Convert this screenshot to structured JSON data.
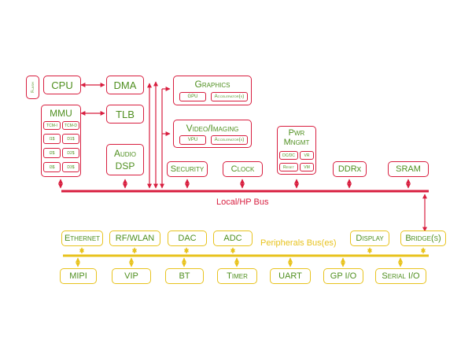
{
  "colors": {
    "soc": "#d81e3f",
    "peripheral": "#e8c31e",
    "text": "#4f8f1f"
  },
  "blocks": {
    "flash": "Flash",
    "cpu": "CPU",
    "dma": "DMA",
    "graphics": {
      "title": "Graphics",
      "sub": [
        "GPU",
        "Accelerator(s)"
      ]
    },
    "mmu": {
      "title": "MMU",
      "sub": [
        "TCM-I",
        "TCM-D",
        "I1$",
        "D1$",
        "I2$",
        "D2$",
        "I3$",
        "D3$"
      ]
    },
    "tlb": "TLB",
    "video": {
      "title": "Video/Imaging",
      "sub": [
        "VPU",
        "Accelerator(s)"
      ]
    },
    "audio": {
      "line1": "Audio",
      "line2": "DSP"
    },
    "power": {
      "line1": "Pwr",
      "line2": "Mngmt",
      "sub": [
        "DC/DC",
        "VR",
        "Reset",
        "VM"
      ]
    },
    "security": "Security",
    "clock": "Clock",
    "ddr": "DDRx",
    "sram": "SRAM"
  },
  "buses": {
    "local": "Local/HP Bus",
    "peripherals": "Peripherals Bus(es)"
  },
  "peripherals_top": [
    "Ethernet",
    "RF/WLAN",
    "DAC",
    "ADC",
    "Display",
    "Bridge(s)"
  ],
  "peripherals_bottom": [
    "MIPI",
    "VIP",
    "BT",
    "Timer",
    "UART",
    "GP I/O",
    "Serial I/O"
  ]
}
